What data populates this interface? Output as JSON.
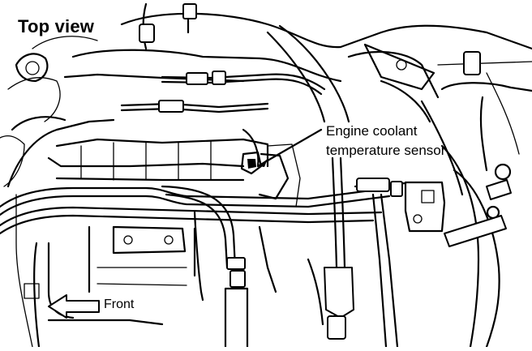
{
  "title": "Top view",
  "callout": {
    "line1": "Engine coolant",
    "line2": "temperature sensor"
  },
  "direction": {
    "label": "Front",
    "arrow_icon": "left-arrow-icon"
  },
  "colors": {
    "ink": "#000000",
    "paper": "#ffffff"
  }
}
